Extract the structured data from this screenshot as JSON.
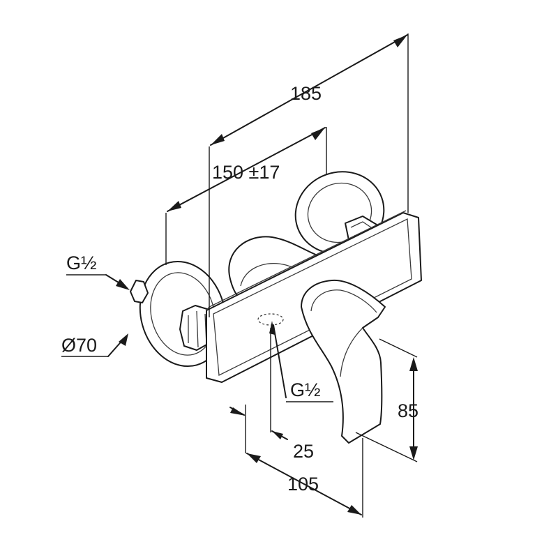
{
  "dimensions": {
    "overall_length": "185",
    "connection_spacing": "150 ±17",
    "thread_left": "G½",
    "flange_diameter": "Ø70",
    "thread_outlet": "G½",
    "handle_height": "85",
    "outlet_offset": "25",
    "projection": "105"
  }
}
